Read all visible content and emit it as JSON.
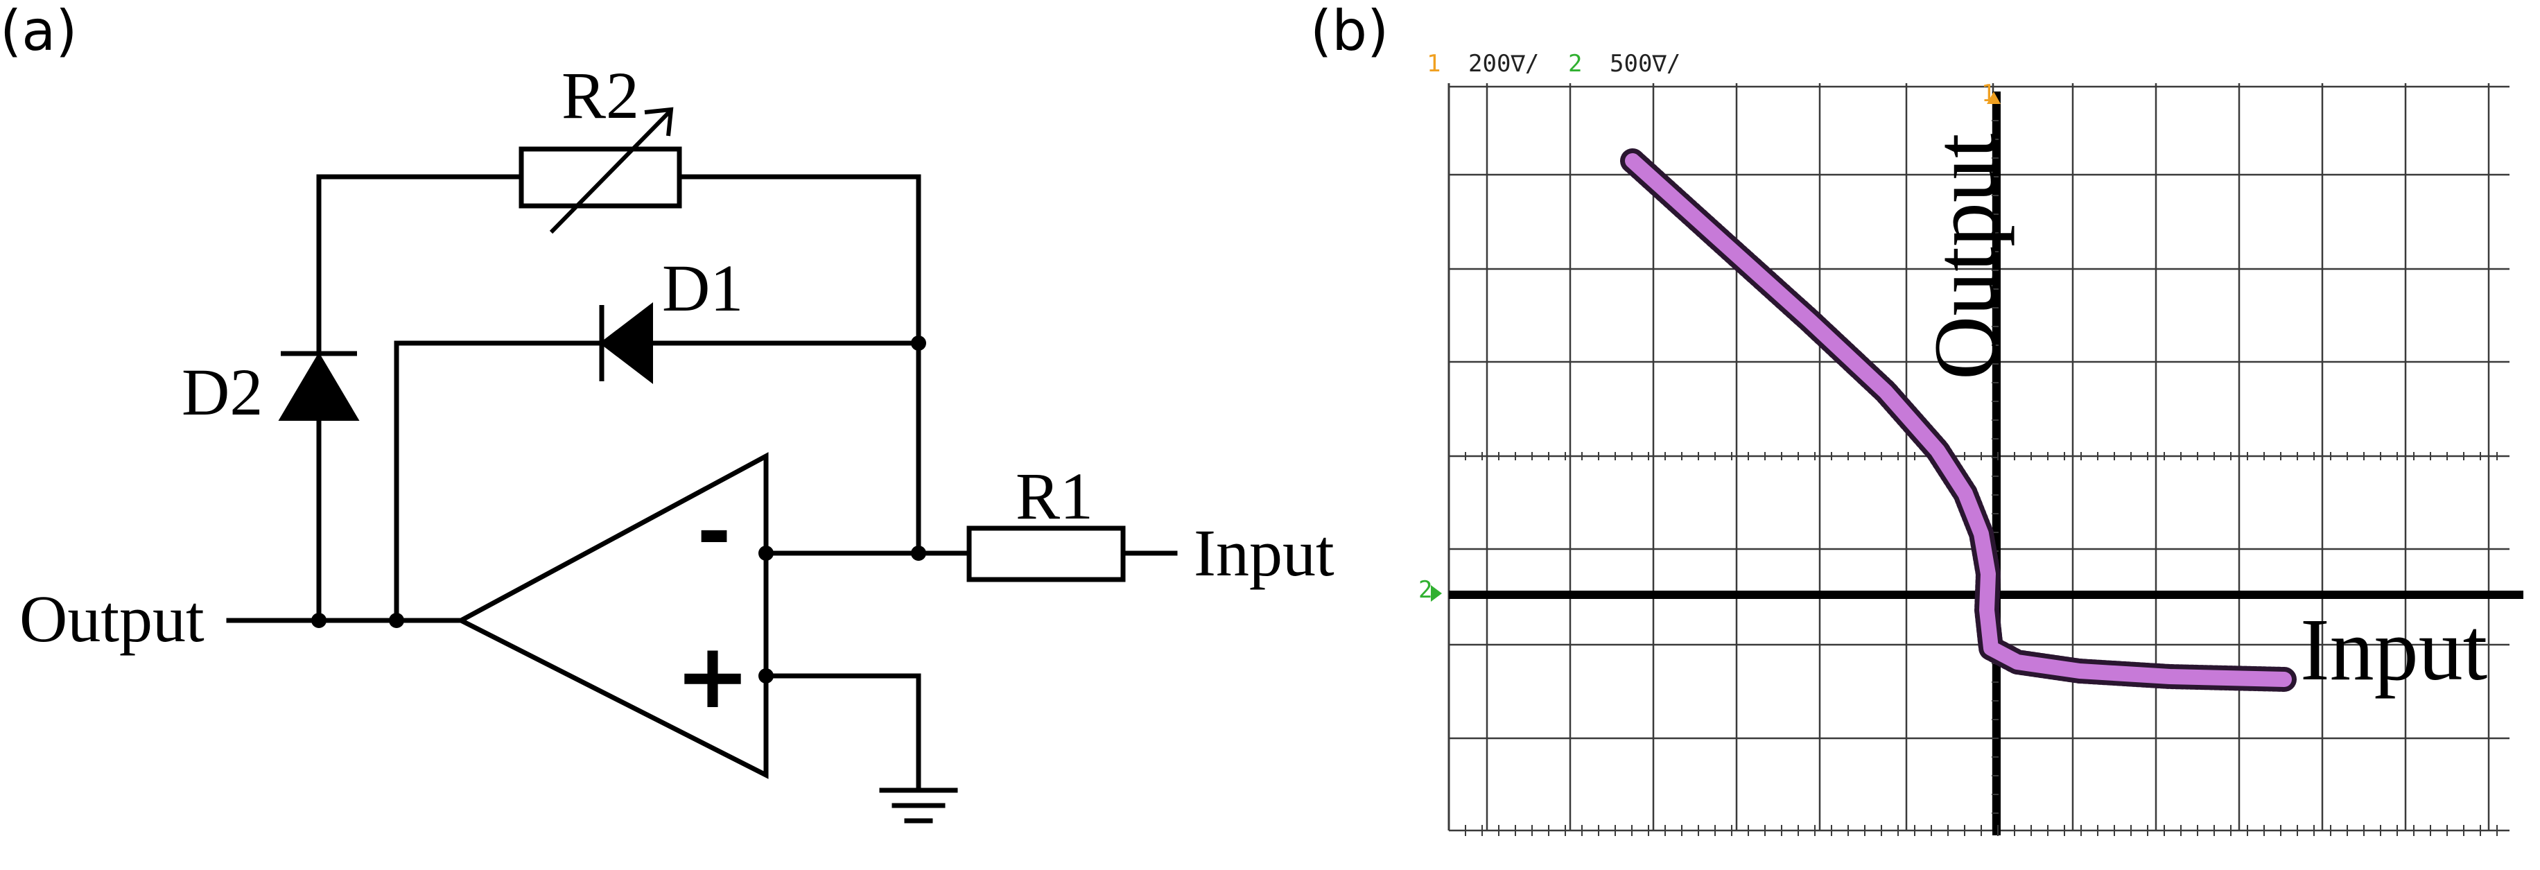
{
  "panel_a": {
    "label": "(a)",
    "components": {
      "r1": "R1",
      "r2": "R2",
      "d1": "D1",
      "d2": "D2"
    },
    "terminals": {
      "output": "Output",
      "input": "Input"
    },
    "opamp": {
      "minus": "-",
      "plus": "+"
    }
  },
  "panel_b": {
    "label": "(b)",
    "scope_header": {
      "ch1_number": "1",
      "ch1_scale": "200∇/",
      "ch2_number": "2",
      "ch2_scale": "500∇/"
    },
    "ch1_marker": "1",
    "ch2_marker": "2",
    "axis_labels": {
      "y": "Output",
      "x": "Input"
    },
    "colors": {
      "ch1": "#f0a020",
      "ch2": "#30b030",
      "trace": "#c77ad8",
      "trace_edge": "#2a1630"
    }
  }
}
